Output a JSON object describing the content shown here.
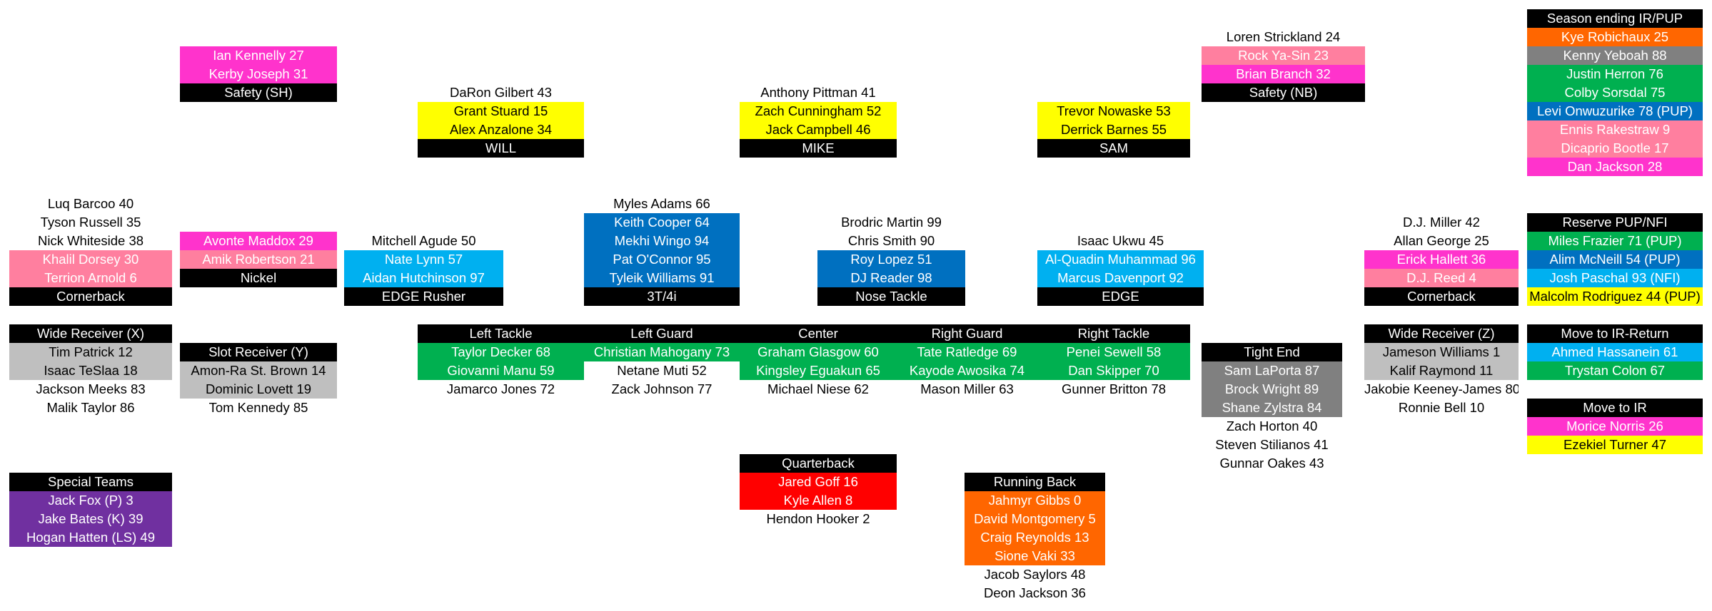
{
  "colors": {
    "blk": "#000000",
    "mag": "#ff33cc",
    "pnk": "#ff7f9f",
    "yel": "#ffff00",
    "dbl": "#0070c0",
    "lbl": "#00b0f0",
    "grn": "#00b050",
    "gry": "#bfbfbf",
    "dgy": "#808080",
    "red": "#ff0000",
    "org": "#ff6600",
    "pur": "#7030a0"
  },
  "depth_chart": {
    "safety_sh": {
      "players": [
        "Ian Kennelly 27",
        "Kerby Joseph 31"
      ],
      "label": "Safety (SH)"
    },
    "will": {
      "players": [
        "DaRon Gilbert 43",
        "Grant Stuard 15",
        "Alex Anzalone 34"
      ],
      "label": "WILL"
    },
    "mike": {
      "players": [
        "Anthony Pittman 41",
        "Zach Cunningham 52",
        "Jack Campbell 46"
      ],
      "label": "MIKE"
    },
    "sam": {
      "players": [
        "Trevor Nowaske 53",
        "Derrick Barnes 55"
      ],
      "label": "SAM"
    },
    "safety_nb": {
      "players": [
        "Loren Strickland 24",
        "Rock Ya-Sin 23",
        "Brian Branch 32"
      ],
      "label": "Safety (NB)"
    },
    "season_ending_ir": {
      "label": "Season ending IR/PUP",
      "players": [
        "Kye Robichaux 25",
        "Kenny Yeboah 88",
        "Justin Herron 76",
        "Colby Sorsdal 75",
        "Levi Onwuzurike 78 (PUP)",
        "Ennis Rakestraw 9",
        "Dicaprio Bootle 17",
        "Dan Jackson 28"
      ]
    },
    "cornerback_left": {
      "players": [
        "Luq Barcoo 40",
        "Tyson Russell 35",
        "Nick Whiteside 38",
        "Khalil Dorsey 30",
        "Terrion Arnold 6"
      ],
      "label": "Cornerback"
    },
    "nickel": {
      "players": [
        "Avonte Maddox 29",
        "Amik Robertson 21"
      ],
      "label": "Nickel"
    },
    "edge_rusher": {
      "players": [
        "Mitchell Agude 50",
        "Nate Lynn 57",
        "Aidan Hutchinson 97"
      ],
      "label": "EDGE Rusher"
    },
    "three_tech": {
      "players": [
        "Myles Adams 66",
        "Keith Cooper 64",
        "Mekhi Wingo 94",
        "Pat O'Connor 95",
        "Tyleik Williams 91"
      ],
      "label": "3T/4i"
    },
    "nose_tackle": {
      "players": [
        "Brodric Martin 99",
        "Chris Smith 90",
        "Roy Lopez 51",
        "DJ Reader 98"
      ],
      "label": "Nose Tackle"
    },
    "edge": {
      "players": [
        "Isaac Ukwu 45",
        "Al-Quadin Muhammad 96",
        "Marcus Davenport 92"
      ],
      "label": "EDGE"
    },
    "cornerback_right": {
      "players": [
        "D.J. Miller 42",
        "Allan George 25",
        "Erick Hallett 36",
        "D.J. Reed 4"
      ],
      "label": "Cornerback"
    },
    "reserve_pup": {
      "label": "Reserve PUP/NFI",
      "players": [
        "Miles Frazier 71 (PUP)",
        "Alim McNeill 54 (PUP)",
        "Josh Paschal 93 (NFI)",
        "Malcolm Rodriguez 44 (PUP)"
      ]
    },
    "wr_x": {
      "label": "Wide Receiver (X)",
      "players": [
        "Tim Patrick 12",
        "Isaac TeSlaa 18",
        "Jackson Meeks 83",
        "Malik Taylor 86"
      ]
    },
    "slot_y": {
      "label": "Slot Receiver (Y)",
      "players": [
        "Amon-Ra St. Brown 14",
        "Dominic Lovett 19",
        "Tom Kennedy 85"
      ]
    },
    "left_tackle": {
      "label": "Left Tackle",
      "players": [
        "Taylor Decker 68",
        "Giovanni Manu 59",
        "Jamarco Jones 72"
      ]
    },
    "left_guard": {
      "label": "Left Guard",
      "players": [
        "Christian Mahogany 73",
        "Netane Muti 52",
        "Zack Johnson 77"
      ]
    },
    "center": {
      "label": "Center",
      "players": [
        "Graham Glasgow 60",
        "Kingsley Eguakun 65",
        "Michael Niese 62"
      ]
    },
    "right_guard": {
      "label": "Right Guard",
      "players": [
        "Tate Ratledge 69",
        "Kayode Awosika 74",
        "Mason Miller 63"
      ]
    },
    "right_tackle": {
      "label": "Right Tackle",
      "players": [
        "Penei Sewell 58",
        "Dan Skipper 70",
        "Gunner Britton 78"
      ]
    },
    "tight_end": {
      "label": "Tight End",
      "players": [
        "Sam LaPorta 87",
        "Brock Wright 89",
        "Shane Zylstra 84",
        "Zach Horton 40",
        "Steven Stilianos 41",
        "Gunnar Oakes 43"
      ]
    },
    "wr_z": {
      "label": "Wide Receiver (Z)",
      "players": [
        "Jameson Williams 1",
        "Kalif Raymond 11",
        "Jakobie Keeney-James 80",
        "Ronnie Bell 10"
      ]
    },
    "ir_return": {
      "label": "Move to IR-Return",
      "players": [
        "Ahmed Hassanein 61",
        "Trystan Colon 67"
      ]
    },
    "move_ir": {
      "label": "Move to IR",
      "players": [
        "Morice Norris 26",
        "Ezekiel Turner 47"
      ]
    },
    "special_teams": {
      "label": "Special Teams",
      "players": [
        "Jack Fox (P) 3",
        "Jake Bates (K) 39",
        "Hogan Hatten (LS) 49"
      ]
    },
    "quarterback": {
      "label": "Quarterback",
      "players": [
        "Jared Goff 16",
        "Kyle Allen 8",
        "Hendon Hooker 2"
      ]
    },
    "running_back": {
      "label": "Running Back",
      "players": [
        "Jahmyr Gibbs 0",
        "David Montgomery 5",
        "Craig Reynolds 13",
        "Sione Vaki 33",
        "Jacob Saylors 48",
        "Deon Jackson 36"
      ]
    }
  }
}
